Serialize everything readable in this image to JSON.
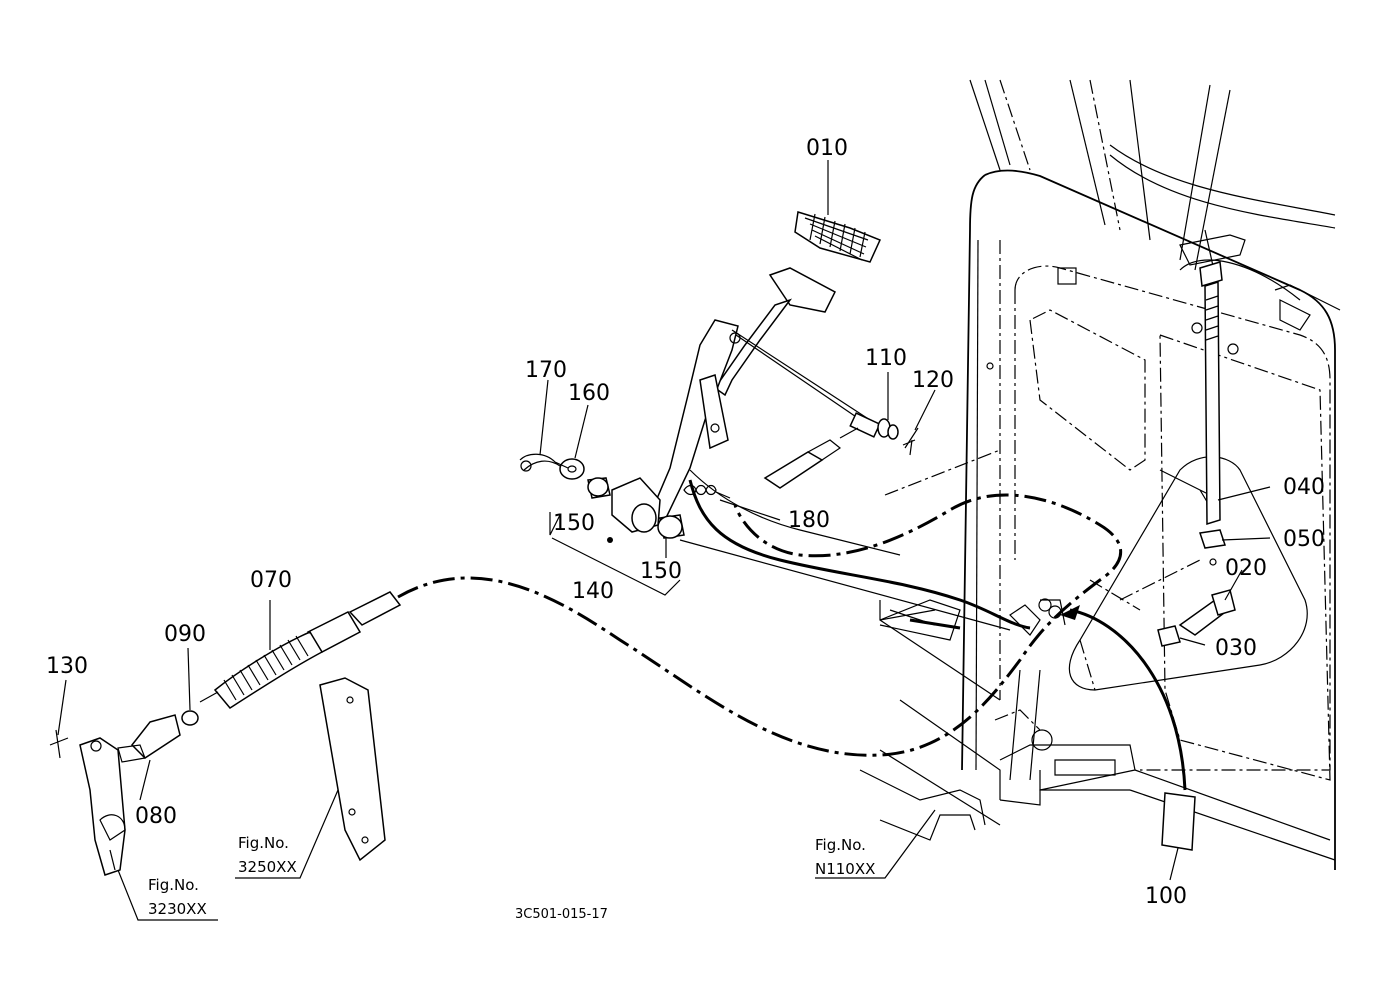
{
  "parts": {
    "p010": "010",
    "p020": "020",
    "p030": "030",
    "p040": "040",
    "p050": "050",
    "p070": "070",
    "p080": "080",
    "p090": "090",
    "p100": "100",
    "p110": "110",
    "p120": "120",
    "p130": "130",
    "p140": "140",
    "p150a": "150",
    "p150b": "150",
    "p160": "160",
    "p170": "170",
    "p180": "180"
  },
  "fig_refs": {
    "ref_3230": {
      "line1": "Fig.No.",
      "line2": "3230XX"
    },
    "ref_3250": {
      "line1": "Fig.No.",
      "line2": "3250XX"
    },
    "ref_n110": {
      "line1": "Fig.No.",
      "line2": "N110XX"
    }
  },
  "drawing_code": "3C501-015-17"
}
